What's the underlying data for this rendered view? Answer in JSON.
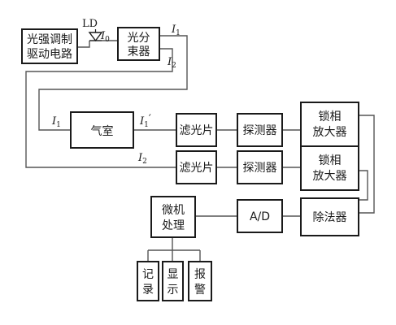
{
  "blocks": {
    "laser_driver": [
      "光强调制",
      "驱动电路"
    ],
    "beam_splitter": [
      "光分",
      "束器"
    ],
    "gas_cell": "气室",
    "filter_top": "滤光片",
    "detector_top": "探测器",
    "lockin_top": [
      "锁相",
      "放大器"
    ],
    "filter_bottom": "滤光片",
    "detector_bottom": "探测器",
    "lockin_bottom": [
      "锁相",
      "放大器"
    ],
    "adc": "A/D",
    "divider": "除法器",
    "microcomputer": [
      "微机",
      "处理"
    ],
    "record": [
      "记",
      "录"
    ],
    "display": [
      "显",
      "示"
    ],
    "alarm": [
      "报",
      "警"
    ]
  },
  "labels": {
    "ld": "LD",
    "i0": "I",
    "i0_sub": "0",
    "i1_top": "I",
    "i1_top_sub": "1",
    "i2_top": "I",
    "i2_top_sub": "2",
    "i1_cell_in": "I",
    "i1_cell_in_sub": "1",
    "i1_prime": "I",
    "i1_prime_sub": "1",
    "i1_prime_mark": "′",
    "i2_bottom": "I",
    "i2_bottom_sub": "2"
  }
}
